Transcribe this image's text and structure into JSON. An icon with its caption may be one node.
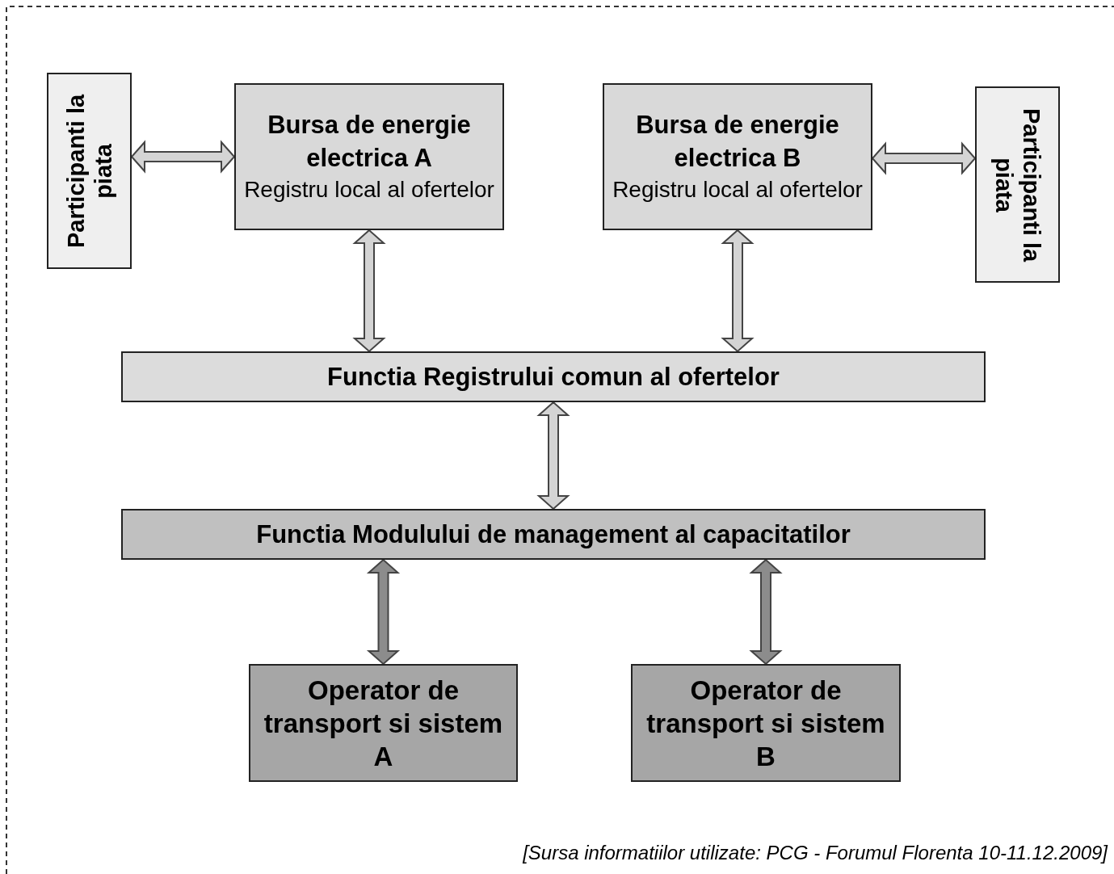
{
  "diagram": {
    "caption": "[Sursa informatiilor utilizate:  PCG - Forumul Florenta 10-11.12.2009]",
    "nodes": [
      {
        "text": [
          "Participanti la piata"
        ]
      },
      {
        "text": [
          "Bursa de energie electrica A",
          "Registru local al ofertelor"
        ]
      },
      {
        "text": [
          "Bursa de energie electrica B",
          "Registru local al ofertelor"
        ]
      },
      {
        "text": [
          "Participanti la piata"
        ]
      },
      {
        "text": [
          "Functia Registrului comun al ofertelor"
        ]
      },
      {
        "text": [
          "Functia Modulului de management al capacitatilor"
        ]
      },
      {
        "text": [
          "Operator de transport si sistem A"
        ]
      },
      {
        "text": [
          "Operator de transport si sistem B"
        ]
      }
    ],
    "edges": [
      {
        "from": 0,
        "to": 1,
        "arrow": "both"
      },
      {
        "from": 1,
        "to": 4,
        "arrow": "both"
      },
      {
        "from": 2,
        "to": 4,
        "arrow": "both"
      },
      {
        "from": 2,
        "to": 3,
        "arrow": "both"
      },
      {
        "from": 4,
        "to": 5,
        "arrow": "both"
      },
      {
        "from": 5,
        "to": 6,
        "arrow": "both",
        "color": "#8c8c8c"
      },
      {
        "from": 5,
        "to": 7,
        "arrow": "both",
        "color": "#8c8c8c"
      }
    ]
  }
}
